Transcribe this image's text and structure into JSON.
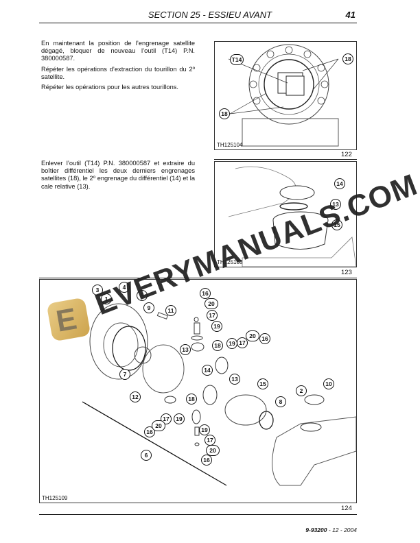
{
  "header": {
    "title": "SECTION 25 - ESSIEU AVANT",
    "page_number": "41"
  },
  "paragraphs": {
    "block1": [
      "En maintenant la position de l’engrenage satellite dégagé, bloquer de nouveau l’outil (T14) P.N. 380000587.",
      "Répéter les opérations d’extraction du tourillon du 2º satellite.",
      "Répéter les opérations pour les autres tourillons."
    ],
    "block2": [
      "Enlever l’outil (T14) P.N. 380000587 et extraire du boîtier différentiel les deux derniers engrenages satellites (18), le 2º engrenage du différentiel (14) et la cale relative (13)."
    ]
  },
  "figures": [
    {
      "number": "122",
      "code": "TH125104",
      "callouts": [
        "T14",
        "18",
        "18"
      ]
    },
    {
      "number": "123",
      "code": "TH125108",
      "callouts": [
        "14",
        "13",
        "15"
      ]
    },
    {
      "number": "124",
      "code": "TH125109",
      "callouts": [
        "3",
        "1",
        "4",
        "5",
        "9",
        "11",
        "16",
        "20",
        "17",
        "19",
        "18",
        "19",
        "17",
        "20",
        "16",
        "13",
        "7",
        "14",
        "13",
        "15",
        "10",
        "2",
        "8",
        "12",
        "18",
        "17",
        "19",
        "16",
        "20",
        "6",
        "19",
        "17",
        "20",
        "16"
      ]
    }
  ],
  "watermark": {
    "text": "EVERYMANUALS.COM",
    "logo_letter": "E"
  },
  "footer": {
    "doc_number": "9-93200",
    "date": "- 12 - 2004"
  }
}
